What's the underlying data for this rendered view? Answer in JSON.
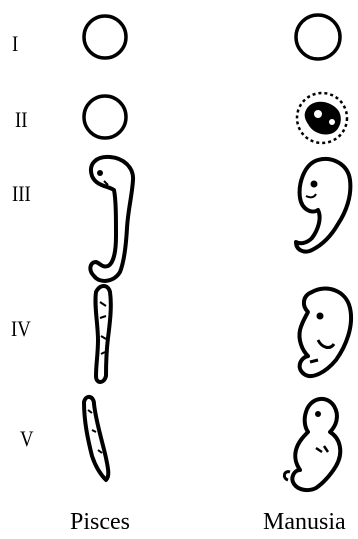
{
  "stages": [
    {
      "numeral": "I"
    },
    {
      "numeral": "II"
    },
    {
      "numeral": "III"
    },
    {
      "numeral": "IV"
    },
    {
      "numeral": "V"
    }
  ],
  "columns": {
    "left_label": "Pisces",
    "right_label": "Manusia"
  },
  "colors": {
    "ink": "#000000",
    "paper": "#ffffff"
  }
}
